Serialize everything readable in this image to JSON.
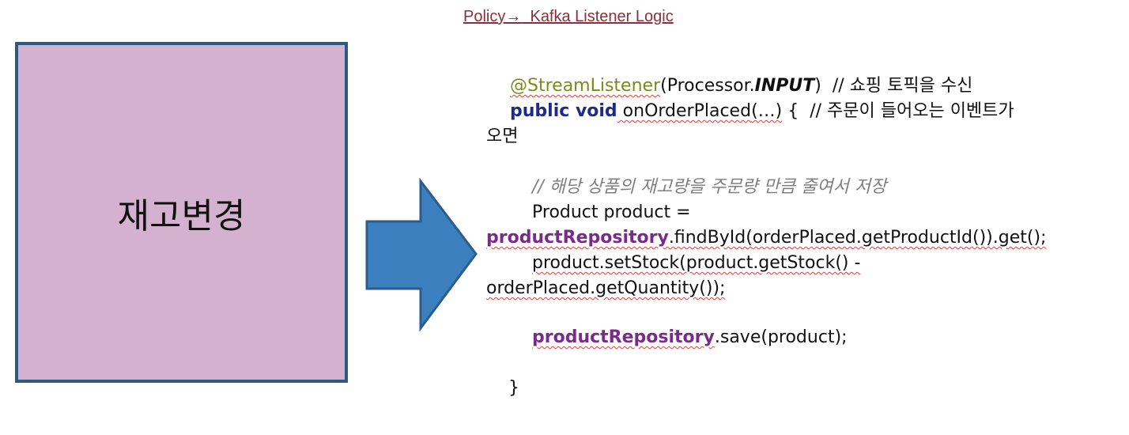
{
  "title": {
    "prefix": "Policy",
    "arrow": "→",
    "text": "  Kafka Listener Logic"
  },
  "box": {
    "label": "재고변경"
  },
  "colors": {
    "box_fill": "#d4b2cf",
    "box_border": "#2c5a84",
    "arrow_fill": "#3b7fbe",
    "arrow_border": "#2a5d8c",
    "title": "#8b2f3a",
    "annotation": "#7b8a1c",
    "keyword": "#1c2a8a",
    "field": "#7a2a8a"
  },
  "code": {
    "l1_annotation": "@StreamListener",
    "l1_open": "(Processor.",
    "l1_input": "INPUT",
    "l1_close": ")  // 쇼핑 토픽을 수신",
    "l2_public": "public void",
    "l2_method": " onOrderPlaced",
    "l2_args": "(…)",
    "l2_rest": " {  // 주문이 들어오는 이벤트가",
    "l3": "오면",
    "l4_comment": "// 해당 상품의 재고량을 주문량 만큼 줄여서 저장",
    "l5": "Product product =",
    "l6_field": "productRepository",
    "l6_rest": ".findById(orderPlaced.getProductId()).get();",
    "l7": "product.setStock(product.getStock() -",
    "l8": "orderPlaced.getQuantity());",
    "l9_field": "productRepository",
    "l9_rest": ".save(product);",
    "l10": "}"
  }
}
